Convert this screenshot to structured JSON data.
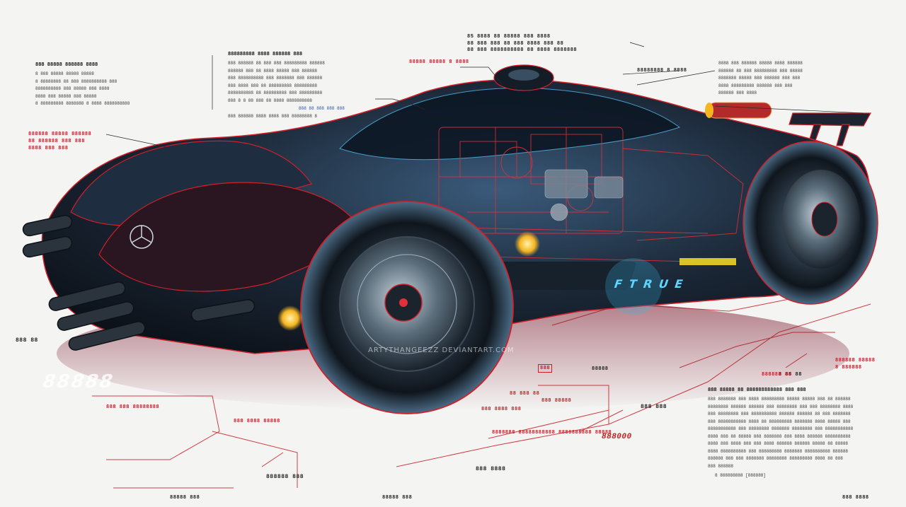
{
  "image": {
    "subject": "futuristic-sports-car-cutaway",
    "palette": {
      "background": "#f4f4f3",
      "body": "#1d2a3a",
      "accent_red": "#d0202a",
      "accent_cyan": "#39b9e6",
      "glow_yellow": "#f5b521"
    }
  },
  "badge_text": "F T R U E",
  "watermark_text": "ARTYTHANGEEZZ DEVIANTART.COM",
  "labels": {
    "top_center_1": "85 8888 88 88888 888 8888",
    "top_center_2": "88 888 888 88 888 8888 888 88",
    "top_center_3": "88 888 8888888888 88 8888 8888888",
    "left_title": "888 88888 888888 8888",
    "left_line_1": "8 888 88888 88888 88888",
    "left_line_2": "8 88888888 88 888 8888888888 888",
    "left_line_3": "8888888888 888 88888 888 8888",
    "left_line_4": "8888 888 88888 888 88888",
    "left_line_5": "8 888888888 8888888 8 8888 8888888888",
    "mid_title": "888888888 8888 888888 888",
    "mid_line_1": "888 888888 88 888 888 888888888 888888",
    "mid_line_2": "888888 888 88 8888 88888 888 888888",
    "mid_line_3": "888 8888888888 888 8888888 888 888888",
    "mid_line_4": "888 8888 888 88 888888888 888888888",
    "mid_line_5": "8888888888 88 888888888 888 888888888",
    "mid_line_6": "888 8 8 88 888 88 8888 8888888888",
    "mid_sub_blue": "888 88 888 888 888",
    "mid_line_7": "888 888888 8888 8888 888 88888888 8",
    "red_top_label": "88888 88888 8 8888",
    "engine_label": "88888888 8 8888",
    "right_block_1": "8888 888 888888 88888 8888 888888",
    "right_block_2": "888888 88 888 888888888 888 88888",
    "right_block_3": "8888888 88888 888 888888 888 888",
    "right_block_4": "8888 888888888 888888 888 888",
    "right_block_5": "888888 888 8888",
    "left_red_1": "888888 88888 888888",
    "left_red_2": "88 888888 888 888",
    "left_red_3": "8888 888 888",
    "left_dark_small": "888 88",
    "left_big": "88888",
    "lower_red_1": "888 888 88888888",
    "lower_red_2": "888 8888 88888",
    "lower_red_3": "888 8888 888",
    "lower_dark": "888888 888",
    "center_red_box": "888",
    "center_small": "88888",
    "under_car_1": "88 888 88",
    "under_car_2": "888 88888",
    "under_car_3": "8888888 88888888888 8888888888 88888",
    "lower_mid_label": "888 888",
    "lower_mid_label_2": "888 8888",
    "right_mid_label": "8 88 88",
    "right_mid_label_2": "888888 88",
    "right_mid_label_3": "888888 88888",
    "right_mid_label_4": "8 888888",
    "right_para_title": "888 88888 88 888888888888 888 888",
    "right_para_1": "888 8888888 888 8888 888888888 88888 88888 888 88 888888",
    "right_para_2": "88888888 888888 888888 888 88888888 888 888 88888888 8888",
    "right_para_3": "888 88888888 888 8888888888 888888 888888 88 888 8888888",
    "right_para_4": "888 88888888888 8888 88 888888888 8888888 8888 88888 888",
    "right_para_5": "88888888888 888 88888888 8888888 88888888 888 88888888888",
    "right_para_6": "8888 888 88 88888 888 8888888 888 8888 888888 8888888888",
    "right_para_7": "8888 888 8888 888 888 8888 888888 888888 88888 88 88888",
    "right_para_8": "8888 8888888888 888 888888888 8888888 8888888888 888888",
    "right_para_9": "888888 888 888 8888888 88888888 888888888 8888 88 888",
    "right_para_10": "888 888888",
    "right_signature": "8 888888888 [888888]",
    "bottom_label_1": "888 8888",
    "bottom_label_2": "88888 888",
    "bottom_right_script": "888000",
    "bottom_label_3": "88888 888"
  }
}
